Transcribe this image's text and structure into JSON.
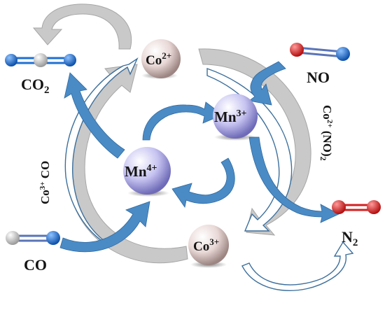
{
  "diagram": {
    "molecules": {
      "co2": {
        "label_main": "CO",
        "label_sub": "2"
      },
      "no": {
        "label": "NO"
      },
      "n2": {
        "label_main": "N",
        "label_sub": "2"
      },
      "co": {
        "label": "CO"
      }
    },
    "ions": {
      "co2_plus": {
        "base": "Co",
        "charge": "2+"
      },
      "co3_plus": {
        "base": "Co",
        "charge": "3+"
      },
      "mn3_plus": {
        "base": "Mn",
        "charge": "3+"
      },
      "mn4_plus": {
        "base": "Mn",
        "charge": "4+"
      }
    },
    "intermediates": {
      "left": {
        "base": "Co",
        "charge": "3+",
        "suffix": " CO"
      },
      "right": {
        "base": "Co",
        "charge": "2+",
        "suffix": " (NO)",
        "sub": "2"
      }
    },
    "colors": {
      "cobalt_sphere": "#e8d8d6",
      "manganese_sphere": "#c6c3f0",
      "blue_arrow": "#4a8bc6",
      "gray_arrow": "#c5c5c5",
      "carbon_atom": "#d6d6d6",
      "oxygen_atom": "#e02020",
      "nitrogen_atom": "#1d6fd6"
    }
  }
}
